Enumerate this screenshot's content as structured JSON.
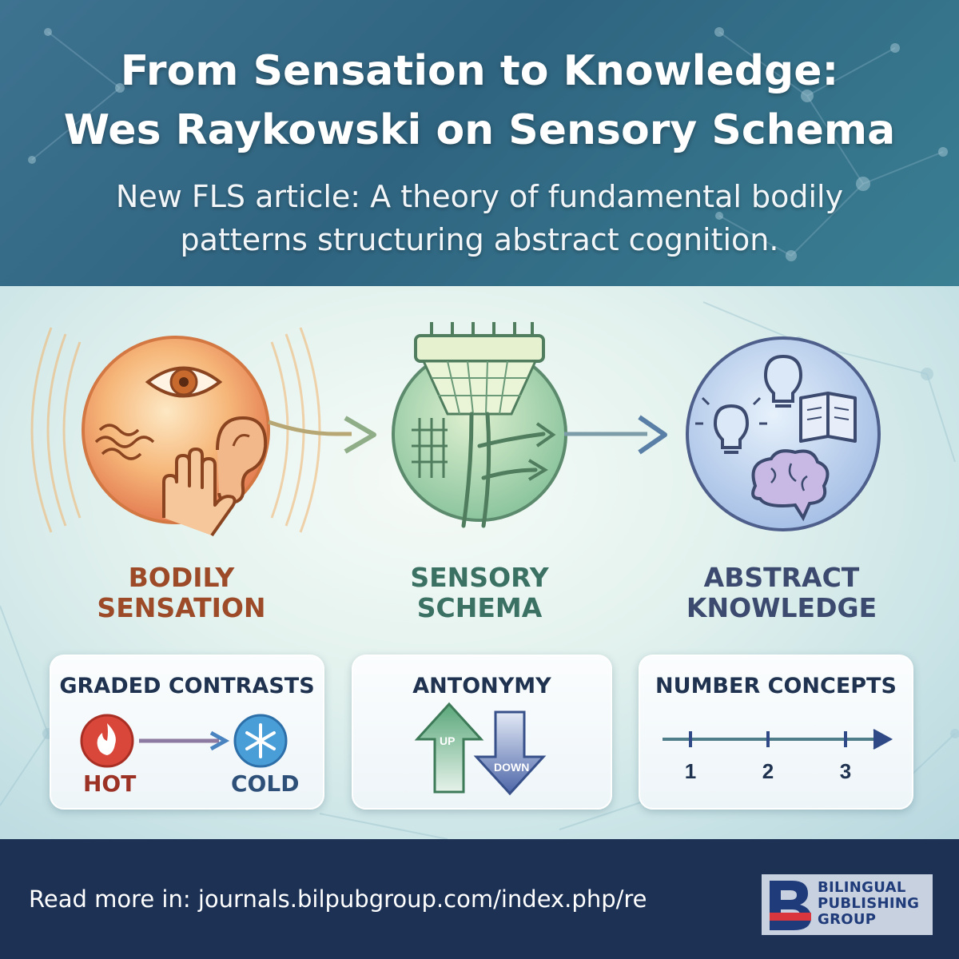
{
  "header": {
    "title_line1": "From Sensation to Knowledge:",
    "title_line2": "Wes Raykowski on Sensory Schema",
    "subtitle_line1": "New FLS article: A theory of fundamental bodily",
    "subtitle_line2": "patterns structuring abstract cognition."
  },
  "stages": [
    {
      "line1": "BODILY",
      "line2": "SENSATION",
      "icon": "bodily-senses-icon"
    },
    {
      "line1": "SENSORY",
      "line2": "SCHEMA",
      "icon": "schema-pathways-icon"
    },
    {
      "line1": "ABSTRACT",
      "line2": "KNOWLEDGE",
      "icon": "knowledge-icon"
    }
  ],
  "cards": {
    "graded": {
      "title": "GRADED CONTRASTS",
      "left": "HOT",
      "right": "COLD"
    },
    "antonymy": {
      "title": "ANTONYMY",
      "up": "UP",
      "down": "DOWN"
    },
    "number": {
      "title": "NUMBER CONCEPTS",
      "ticks": [
        "1",
        "2",
        "3"
      ]
    }
  },
  "colors": {
    "header_bg": "#2f6480",
    "footer_bg": "#1c3154",
    "bodily": "#e8873a",
    "schema": "#5e9b74",
    "abstract": "#5a6fa8"
  },
  "footer": {
    "read_more": "Read more in: journals.bilpubgroup.com/index.php/re",
    "logo_line1": "BILINGUAL",
    "logo_line2": "PUBLISHING",
    "logo_line3": "GROUP"
  }
}
